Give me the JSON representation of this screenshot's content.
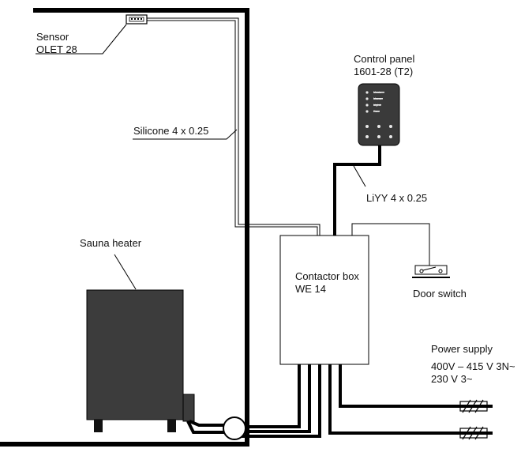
{
  "labels": {
    "sensor": [
      "Sensor",
      "OLET 28"
    ],
    "silicone_cable": "Silicone 4 x 0.25",
    "control_panel": [
      "Control panel",
      "1601-28 (T2)"
    ],
    "liyy_cable": "LiYY 4 x 0.25",
    "sauna_heater": "Sauna heater",
    "contactor_box": [
      "Contactor box",
      "WE 14"
    ],
    "door_switch": "Door switch",
    "power_supply": [
      "Power supply",
      "400V – 415 V 3N~",
      "230 V 3~"
    ]
  },
  "panel_text": [
    "Mode",
    "Menu",
    "Light",
    "Fan"
  ]
}
